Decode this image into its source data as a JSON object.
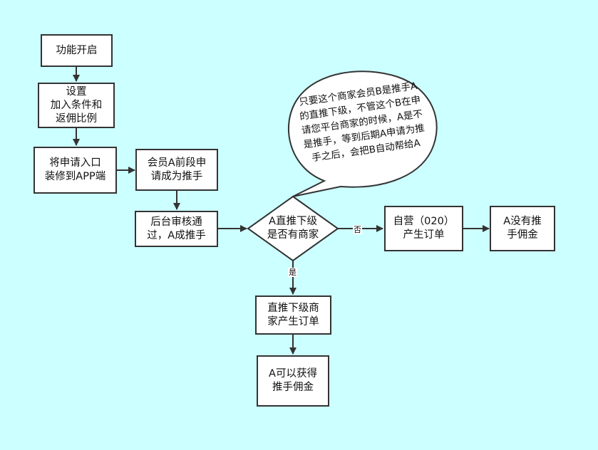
{
  "nodes": {
    "start": "功能开启",
    "setup": "设置\n加入条件和\n返佣比例",
    "entry": "将申请入口\n装修到APP端",
    "apply": "会员A前段申\n请成为推手",
    "review": "后台审核通\n过，A成推手",
    "decision": "A直推下级\n是否有商家",
    "self_run": "自营（020）\n产生订单",
    "no_commission": "A没有推\n手佣金",
    "sub_order": "直推下级商\n家产生订单",
    "get_commission": "A可以获得\n推手佣金"
  },
  "edge_labels": {
    "no": "否",
    "yes": "是"
  },
  "callout": "只要这个商家会员B是推手A\n的直推下级，不管这个B在申\n请您平台商家的时候，A是不\n是推手，等到后期A申请为推\n手之后，会把B自动帮给A",
  "colors": {
    "background": "#ccffff",
    "node_fill": "#ffffff",
    "stroke": "#333333"
  }
}
